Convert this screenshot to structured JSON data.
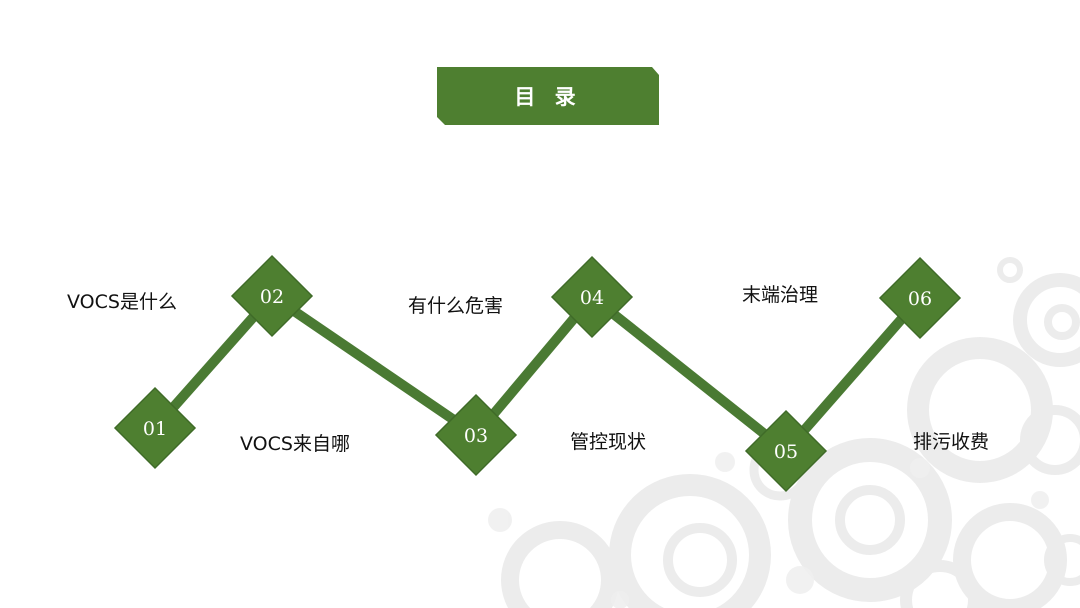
{
  "title": "目 录",
  "colors": {
    "accent": "#4e7f30",
    "line": "#4a7a33",
    "diamond_border": "#3f6b28"
  },
  "steps": [
    {
      "num": "01",
      "label": "VOCS是什么"
    },
    {
      "num": "02",
      "label": "VOCS来自哪"
    },
    {
      "num": "03",
      "label": "有什么危害"
    },
    {
      "num": "04",
      "label": "管控现状"
    },
    {
      "num": "05",
      "label": "末端治理"
    },
    {
      "num": "06",
      "label": "排污收费"
    }
  ]
}
